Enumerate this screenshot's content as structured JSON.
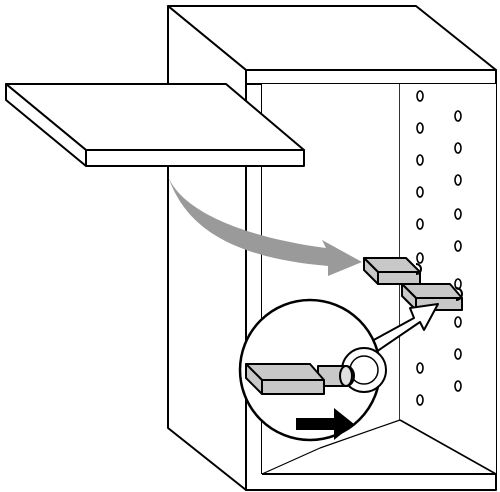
{
  "diagram": {
    "palette": {
      "stroke": "#000000",
      "background": "#ffffff",
      "arrow_gray": "#9a9a9a",
      "shelf_pin_fill": "#c8c8c8",
      "pin_shaft_fill": "#c8c8c8",
      "direction_arrow": "#000000"
    },
    "parts": [
      {
        "name": "cabinet-carcass",
        "icon": "cabinet-icon"
      },
      {
        "name": "loose-shelf-panel",
        "icon": "shelf-icon"
      },
      {
        "name": "placement-arrow",
        "icon": "curved-arrow-icon"
      },
      {
        "name": "shelf-support-pins",
        "icon": "shelf-pin-icon"
      },
      {
        "name": "detail-magnifier",
        "icon": "magnifier-icon"
      },
      {
        "name": "insert-direction-arrow",
        "icon": "arrow-right-icon"
      }
    ]
  }
}
